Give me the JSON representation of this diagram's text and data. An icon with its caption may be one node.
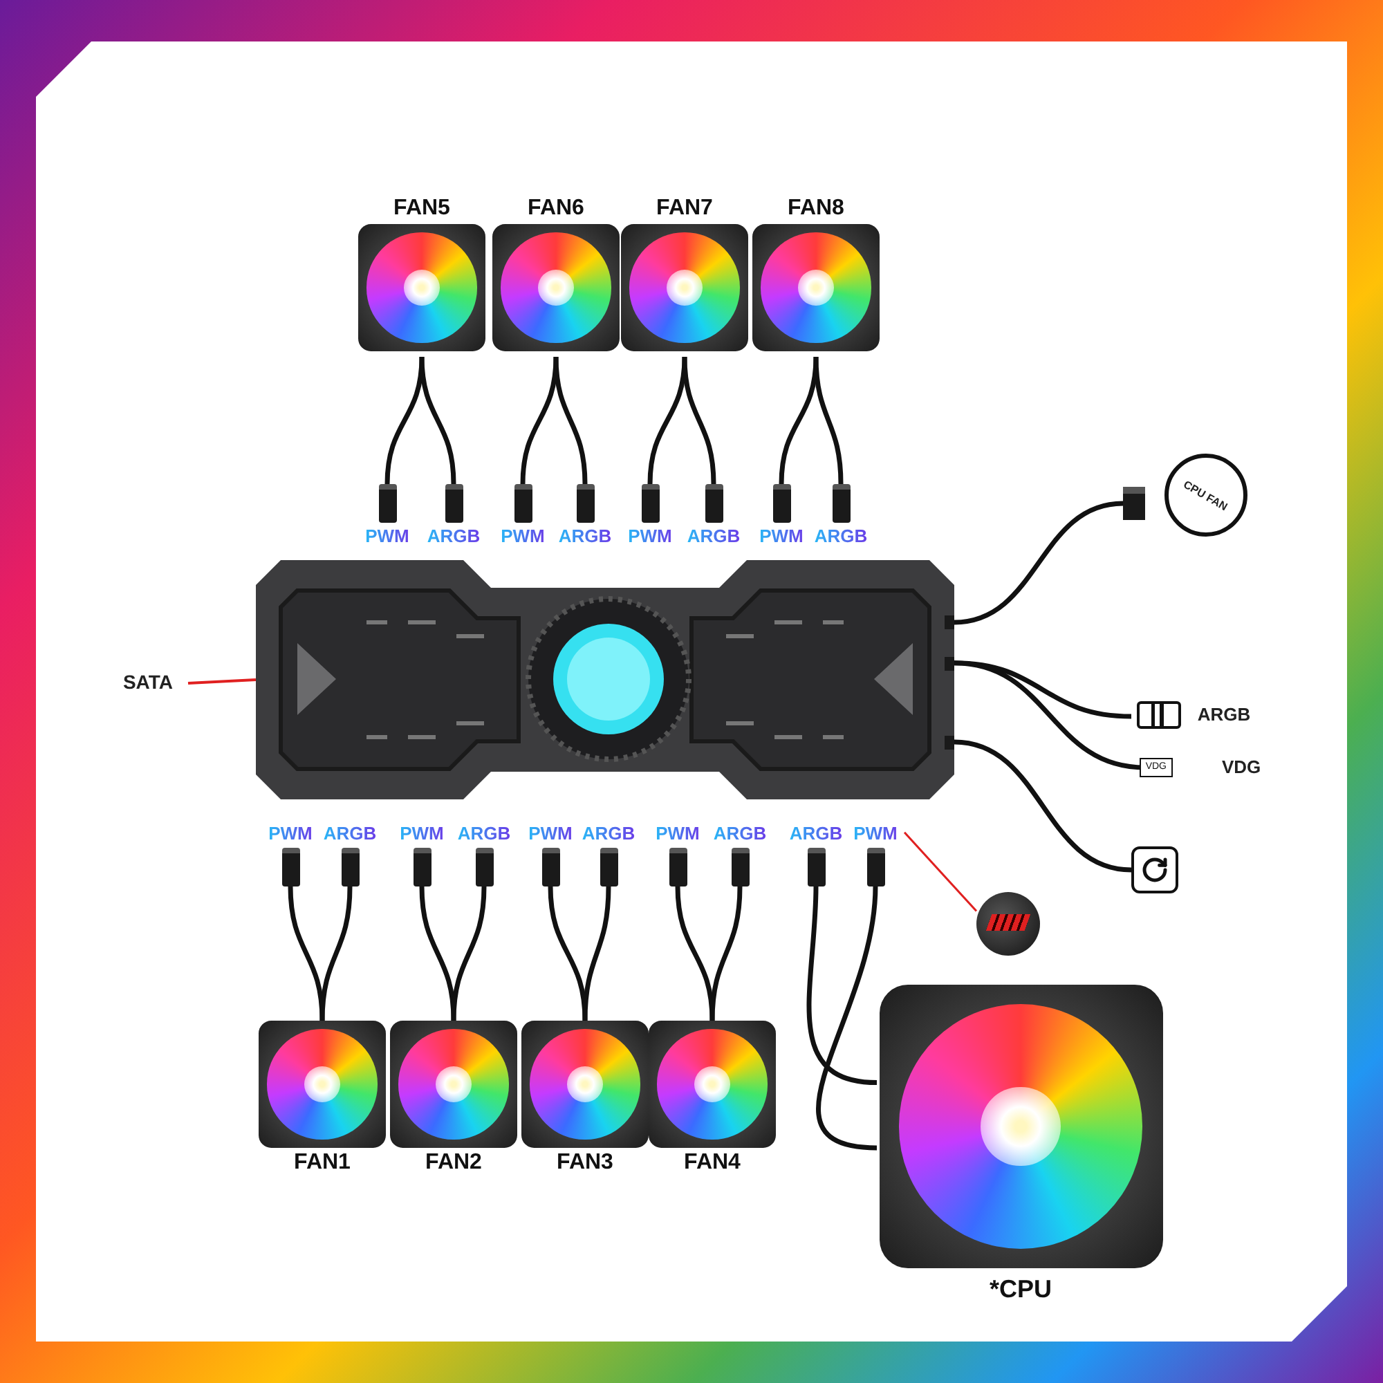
{
  "diagram": {
    "nodes": [
      {
        "text": [
          "FAN5"
        ]
      },
      {
        "text": [
          "FAN6"
        ]
      },
      {
        "text": [
          "FAN7"
        ]
      },
      {
        "text": [
          "FAN8"
        ]
      },
      {
        "text": [
          "PWM"
        ]
      },
      {
        "text": [
          "ARGB"
        ]
      },
      {
        "text": [
          "PWM"
        ]
      },
      {
        "text": [
          "ARGB"
        ]
      },
      {
        "text": [
          "PWM"
        ]
      },
      {
        "text": [
          "ARGB"
        ]
      },
      {
        "text": [
          "PWM"
        ]
      },
      {
        "text": [
          "ARGB"
        ]
      },
      {
        "text": [
          "SATA"
        ]
      },
      {
        "text": [],
        "shape": "picture"
      },
      {
        "text": [],
        "shape": "box"
      },
      {
        "text": [
          "CPU FAN"
        ]
      },
      {
        "text": [],
        "shape": "box",
        "beside": [
          "ARGB"
        ]
      },
      {
        "text": [
          "VDG"
        ],
        "beside": [
          "VDG"
        ]
      },
      {
        "text": [],
        "shape": "box"
      },
      {
        "text": [
          "PWM"
        ]
      },
      {
        "text": [
          "ARGB"
        ]
      },
      {
        "text": [
          "PWM"
        ]
      },
      {
        "text": [
          "ARGB"
        ]
      },
      {
        "text": [
          "PWM"
        ]
      },
      {
        "text": [
          "ARGB"
        ]
      },
      {
        "text": [
          "PWM"
        ]
      },
      {
        "text": [
          "ARGB"
        ]
      },
      {
        "text": [
          "ARGB"
        ]
      },
      {
        "text": [
          "PWM"
        ]
      },
      {
        "text": [],
        "shape": "picture"
      },
      {
        "text": [
          "FAN1"
        ]
      },
      {
        "text": [
          "FAN2"
        ]
      },
      {
        "text": [
          "FAN3"
        ]
      },
      {
        "text": [
          "FAN4"
        ]
      },
      {
        "text": [
          "*CPU"
        ]
      }
    ],
    "edges": [
      {
        "from": 0,
        "to": 4,
        "arrow": "none"
      },
      {
        "from": 0,
        "to": 5,
        "arrow": "none"
      },
      {
        "from": 1,
        "to": 6,
        "arrow": "none"
      },
      {
        "from": 1,
        "to": 7,
        "arrow": "none"
      },
      {
        "from": 2,
        "to": 8,
        "arrow": "none"
      },
      {
        "from": 2,
        "to": 9,
        "arrow": "none"
      },
      {
        "from": 3,
        "to": 10,
        "arrow": "none"
      },
      {
        "from": 3,
        "to": 11,
        "arrow": "none"
      },
      {
        "from": 12,
        "to": 13,
        "arrow": "none",
        "color": "#e02020"
      },
      {
        "from": 13,
        "to": 14,
        "arrow": "none"
      },
      {
        "from": 13,
        "to": 16,
        "arrow": "none"
      },
      {
        "from": 13,
        "to": 17,
        "arrow": "none"
      },
      {
        "from": 13,
        "to": 18,
        "arrow": "none"
      },
      {
        "from": 30,
        "to": 19,
        "arrow": "none"
      },
      {
        "from": 30,
        "to": 20,
        "arrow": "none"
      },
      {
        "from": 31,
        "to": 21,
        "arrow": "none"
      },
      {
        "from": 31,
        "to": 22,
        "arrow": "none"
      },
      {
        "from": 32,
        "to": 23,
        "arrow": "none"
      },
      {
        "from": 32,
        "to": 24,
        "arrow": "none"
      },
      {
        "from": 33,
        "to": 25,
        "arrow": "none"
      },
      {
        "from": 33,
        "to": 26,
        "arrow": "none"
      },
      {
        "from": 34,
        "to": 27,
        "arrow": "none"
      },
      {
        "from": 34,
        "to": 28,
        "arrow": "none"
      },
      {
        "from": 28,
        "to": 29,
        "arrow": "none",
        "color": "#e02020"
      }
    ]
  }
}
